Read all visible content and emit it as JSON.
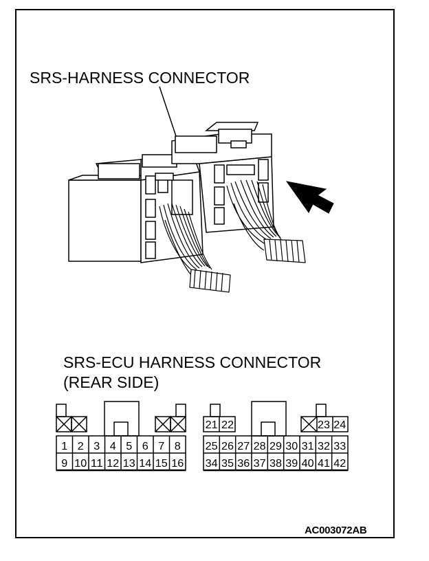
{
  "labels": {
    "harness_connector": "SRS-HARNESS CONNECTOR",
    "ecu_connector_line1": "SRS-ECU HARNESS CONNECTOR",
    "ecu_connector_line2": "(REAR SIDE)",
    "figure_code": "AC003072AB"
  },
  "left_connector": {
    "top_row": [
      "",
      "",
      "",
      "",
      "",
      "",
      "",
      ""
    ],
    "middle_row": [
      "1",
      "2",
      "3",
      "4",
      "5",
      "6",
      "7",
      "8"
    ],
    "bottom_row": [
      "9",
      "10",
      "11",
      "12",
      "13",
      "14",
      "15",
      "16"
    ]
  },
  "right_connector": {
    "top_row": [
      "21",
      "22",
      "",
      "",
      "",
      "",
      "",
      "23",
      "24"
    ],
    "middle_row": [
      "25",
      "26",
      "27",
      "28",
      "29",
      "30",
      "31",
      "32",
      "33"
    ],
    "bottom_row": [
      "34",
      "35",
      "36",
      "37",
      "38",
      "39",
      "40",
      "41",
      "42"
    ]
  },
  "icons": [
    "arrow-icon"
  ]
}
